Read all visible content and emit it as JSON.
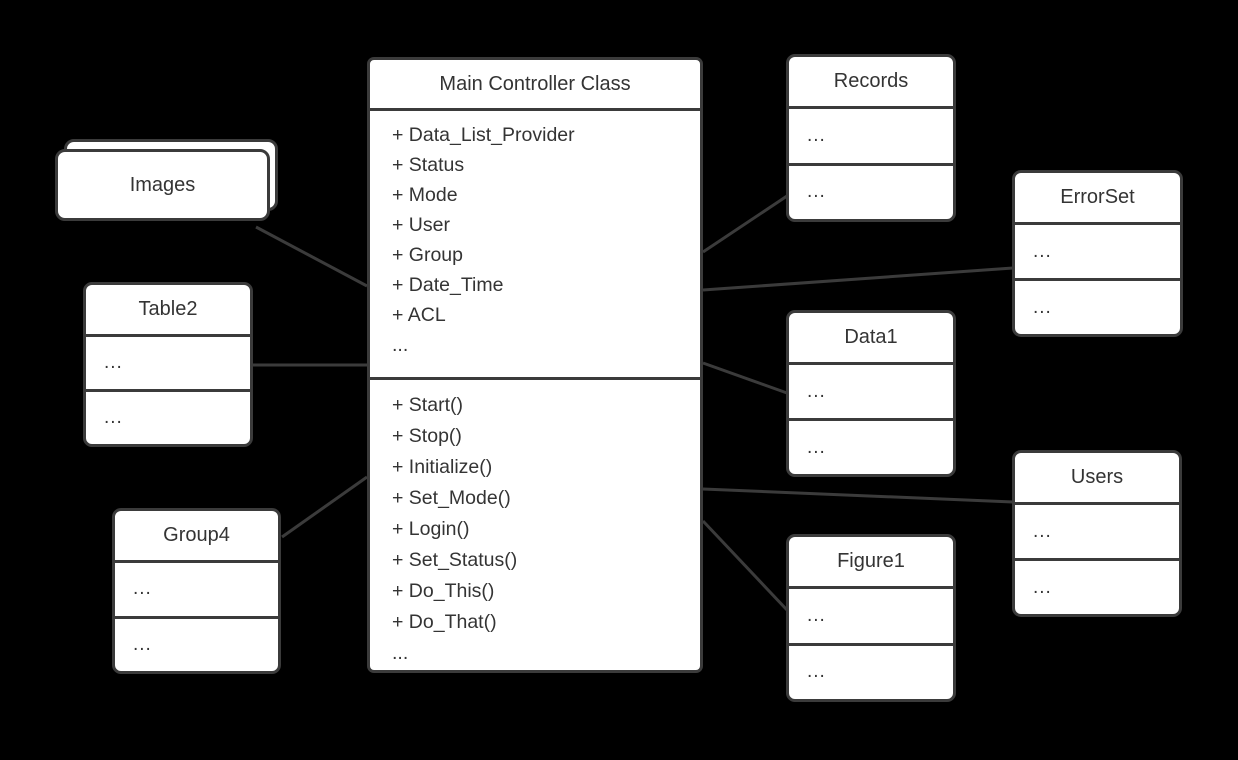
{
  "diagram": {
    "type": "uml-class-diagram",
    "background_color": "#000000",
    "box_fill_color": "#ffffff",
    "stroke_color": "#3b3b3b",
    "text_color": "#343434"
  },
  "main_class": {
    "title": "Main Controller Class",
    "attributes": [
      "+ Data_List_Provider",
      "+ Status",
      "+ Mode",
      "+ User",
      "+ Group",
      "+ Date_Time",
      "+ ACL",
      "..."
    ],
    "methods": [
      "+ Start()",
      "+ Stop()",
      "+ Initialize()",
      "+ Set_Mode()",
      "+ Login()",
      "+ Set_Status()",
      "+ Do_This()",
      "+ Do_That()",
      "..."
    ]
  },
  "classes": {
    "images": {
      "title": "Images"
    },
    "table2": {
      "title": "Table2",
      "rows": [
        "...",
        "..."
      ]
    },
    "group4": {
      "title": "Group4",
      "rows": [
        "...",
        "..."
      ]
    },
    "records": {
      "title": "Records",
      "rows": [
        "...",
        "..."
      ]
    },
    "errorset": {
      "title": "ErrorSet",
      "rows": [
        "...",
        "..."
      ]
    },
    "data1": {
      "title": "Data1",
      "rows": [
        "...",
        "..."
      ]
    },
    "users": {
      "title": "Users",
      "rows": [
        "...",
        "..."
      ]
    },
    "figure1": {
      "title": "Figure1",
      "rows": [
        "...",
        "..."
      ]
    }
  },
  "connections": [
    {
      "from": "Images",
      "to": "Main Controller Class"
    },
    {
      "from": "Table2",
      "to": "Main Controller Class"
    },
    {
      "from": "Group4",
      "to": "Main Controller Class"
    },
    {
      "from": "Main Controller Class",
      "to": "Records"
    },
    {
      "from": "Main Controller Class",
      "to": "ErrorSet"
    },
    {
      "from": "Main Controller Class",
      "to": "Data1"
    },
    {
      "from": "Main Controller Class",
      "to": "Users"
    },
    {
      "from": "Main Controller Class",
      "to": "Figure1"
    }
  ]
}
